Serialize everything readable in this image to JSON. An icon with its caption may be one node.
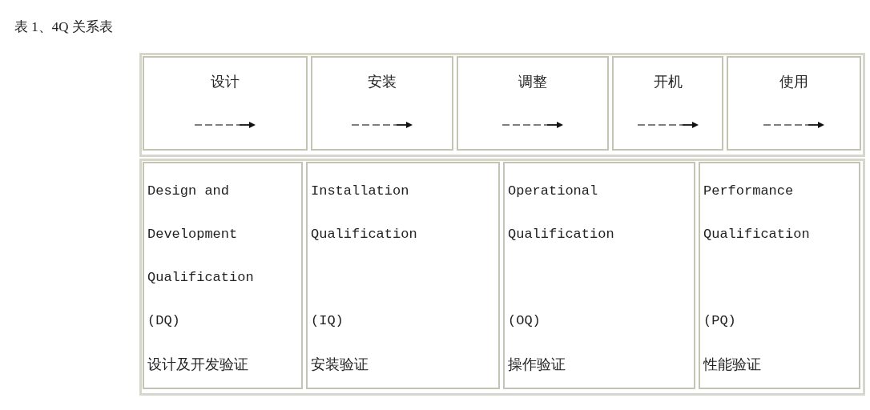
{
  "diagram": {
    "title": "表 1、4Q 关系表",
    "labels": [
      "设计",
      "安装",
      "调整",
      "开机",
      "使用",
      "Design and Development Qualification",
      "(DQ)",
      "设计及开发验证",
      "Installation Qualification",
      "(IQ)",
      "安装验证",
      "Operational Qualification",
      "(OQ)",
      "操作验证",
      "Performance Qualification",
      "(PQ)",
      "性能验证"
    ]
  }
}
